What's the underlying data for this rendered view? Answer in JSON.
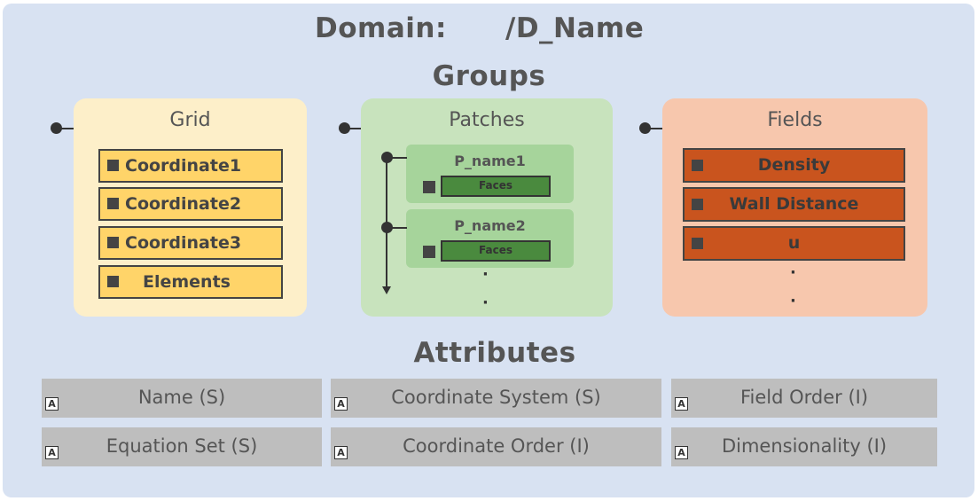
{
  "domain": {
    "label": "Domain:",
    "name": "/D_Name"
  },
  "groups_heading": "Groups",
  "groups": {
    "grid": {
      "title": "Grid",
      "items": [
        "Coordinate1",
        "Coordinate2",
        "Coordinate3",
        "Elements"
      ]
    },
    "patches": {
      "title": "Patches",
      "patch1": {
        "name": "P_name1",
        "faces": "Faces"
      },
      "patch2": {
        "name": "P_name2",
        "faces": "Faces"
      },
      "ellipsis": [
        "·",
        "·"
      ]
    },
    "fields": {
      "title": "Fields",
      "items": [
        "Density",
        "Wall Distance",
        "u"
      ],
      "ellipsis": [
        "·",
        "·"
      ]
    }
  },
  "attributes_heading": "Attributes",
  "attribute_icon": "A",
  "attributes": [
    [
      "Name (S)",
      "Coordinate System (S)",
      "Field Order (I)"
    ],
    [
      "Equation Set (S)",
      "Coordinate Order (I)",
      "Dimensionality (I)"
    ]
  ],
  "colors": {
    "panel": "#d8e2f2",
    "grid_box": "#fdefc9",
    "grid_item": "#ffd469",
    "patches_box": "#c8e3bd",
    "patch_card": "#a6d49b",
    "faces": "#4a8a3e",
    "fields_box": "#f7c7ad",
    "field_item": "#c9541e",
    "attribute_bar": "#bebebe"
  }
}
